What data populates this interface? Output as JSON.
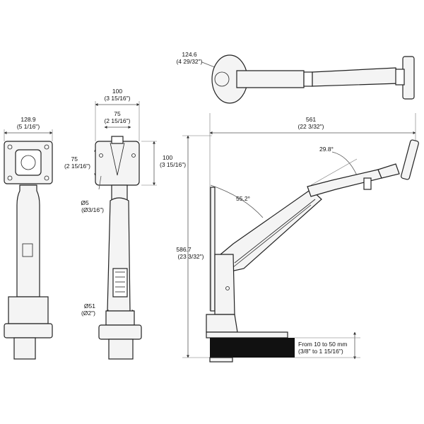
{
  "front_view": {
    "width_mm": "128.9",
    "width_in": "(5 1/16\")"
  },
  "side_view": {
    "top_width_mm": "100",
    "top_width_in": "(3 15/16\")",
    "vesa_h_mm": "75",
    "vesa_h_in": "(2 15/16\")",
    "vesa_v_mm": "75",
    "vesa_v_in": "(2 15/16\")",
    "plate_h_mm": "100",
    "plate_h_in": "(3 15/16\")",
    "hole_mm": "Ø5",
    "hole_in": "(Ø3/16\")",
    "pole_mm": "Ø51",
    "pole_in": "(Ø2\")"
  },
  "top_view": {
    "depth_mm": "124.6",
    "depth_in": "(4 29/32\")"
  },
  "profile_view": {
    "reach_mm": "561",
    "reach_in": "(22 3/32\")",
    "height_mm": "586.7",
    "height_in": "(23 3/32\")",
    "angle_upper": "29.8°",
    "angle_lower": "55.2°",
    "desk_range_1": "From 10 to 50 mm",
    "desk_range_2": "(3/8\" to 1 15/16\")"
  }
}
